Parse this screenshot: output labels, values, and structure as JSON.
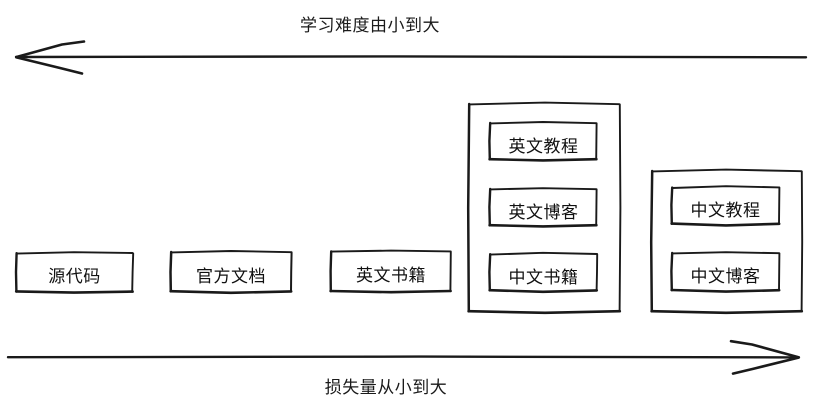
{
  "diagram": {
    "title_top": "学习难度由小到大",
    "title_bottom": "损失量从小到大",
    "top_axis_icon": "left-arrow-icon",
    "bottom_axis_icon": "right-arrow-icon",
    "stroke_color": "#1a1a1a",
    "background_color": "#ffffff",
    "groups": [
      {
        "id": "group-1",
        "grouped": false,
        "items": [
          {
            "label": "源代码"
          }
        ]
      },
      {
        "id": "group-2",
        "grouped": false,
        "items": [
          {
            "label": "官方文档"
          }
        ]
      },
      {
        "id": "group-3",
        "grouped": false,
        "items": [
          {
            "label": "英文书籍"
          }
        ]
      },
      {
        "id": "group-4",
        "grouped": true,
        "items": [
          {
            "label": "英文教程"
          },
          {
            "label": "英文博客"
          },
          {
            "label": "中文书籍"
          }
        ]
      },
      {
        "id": "group-5",
        "grouped": true,
        "items": [
          {
            "label": "中文教程"
          },
          {
            "label": "中文博客"
          }
        ]
      }
    ]
  }
}
